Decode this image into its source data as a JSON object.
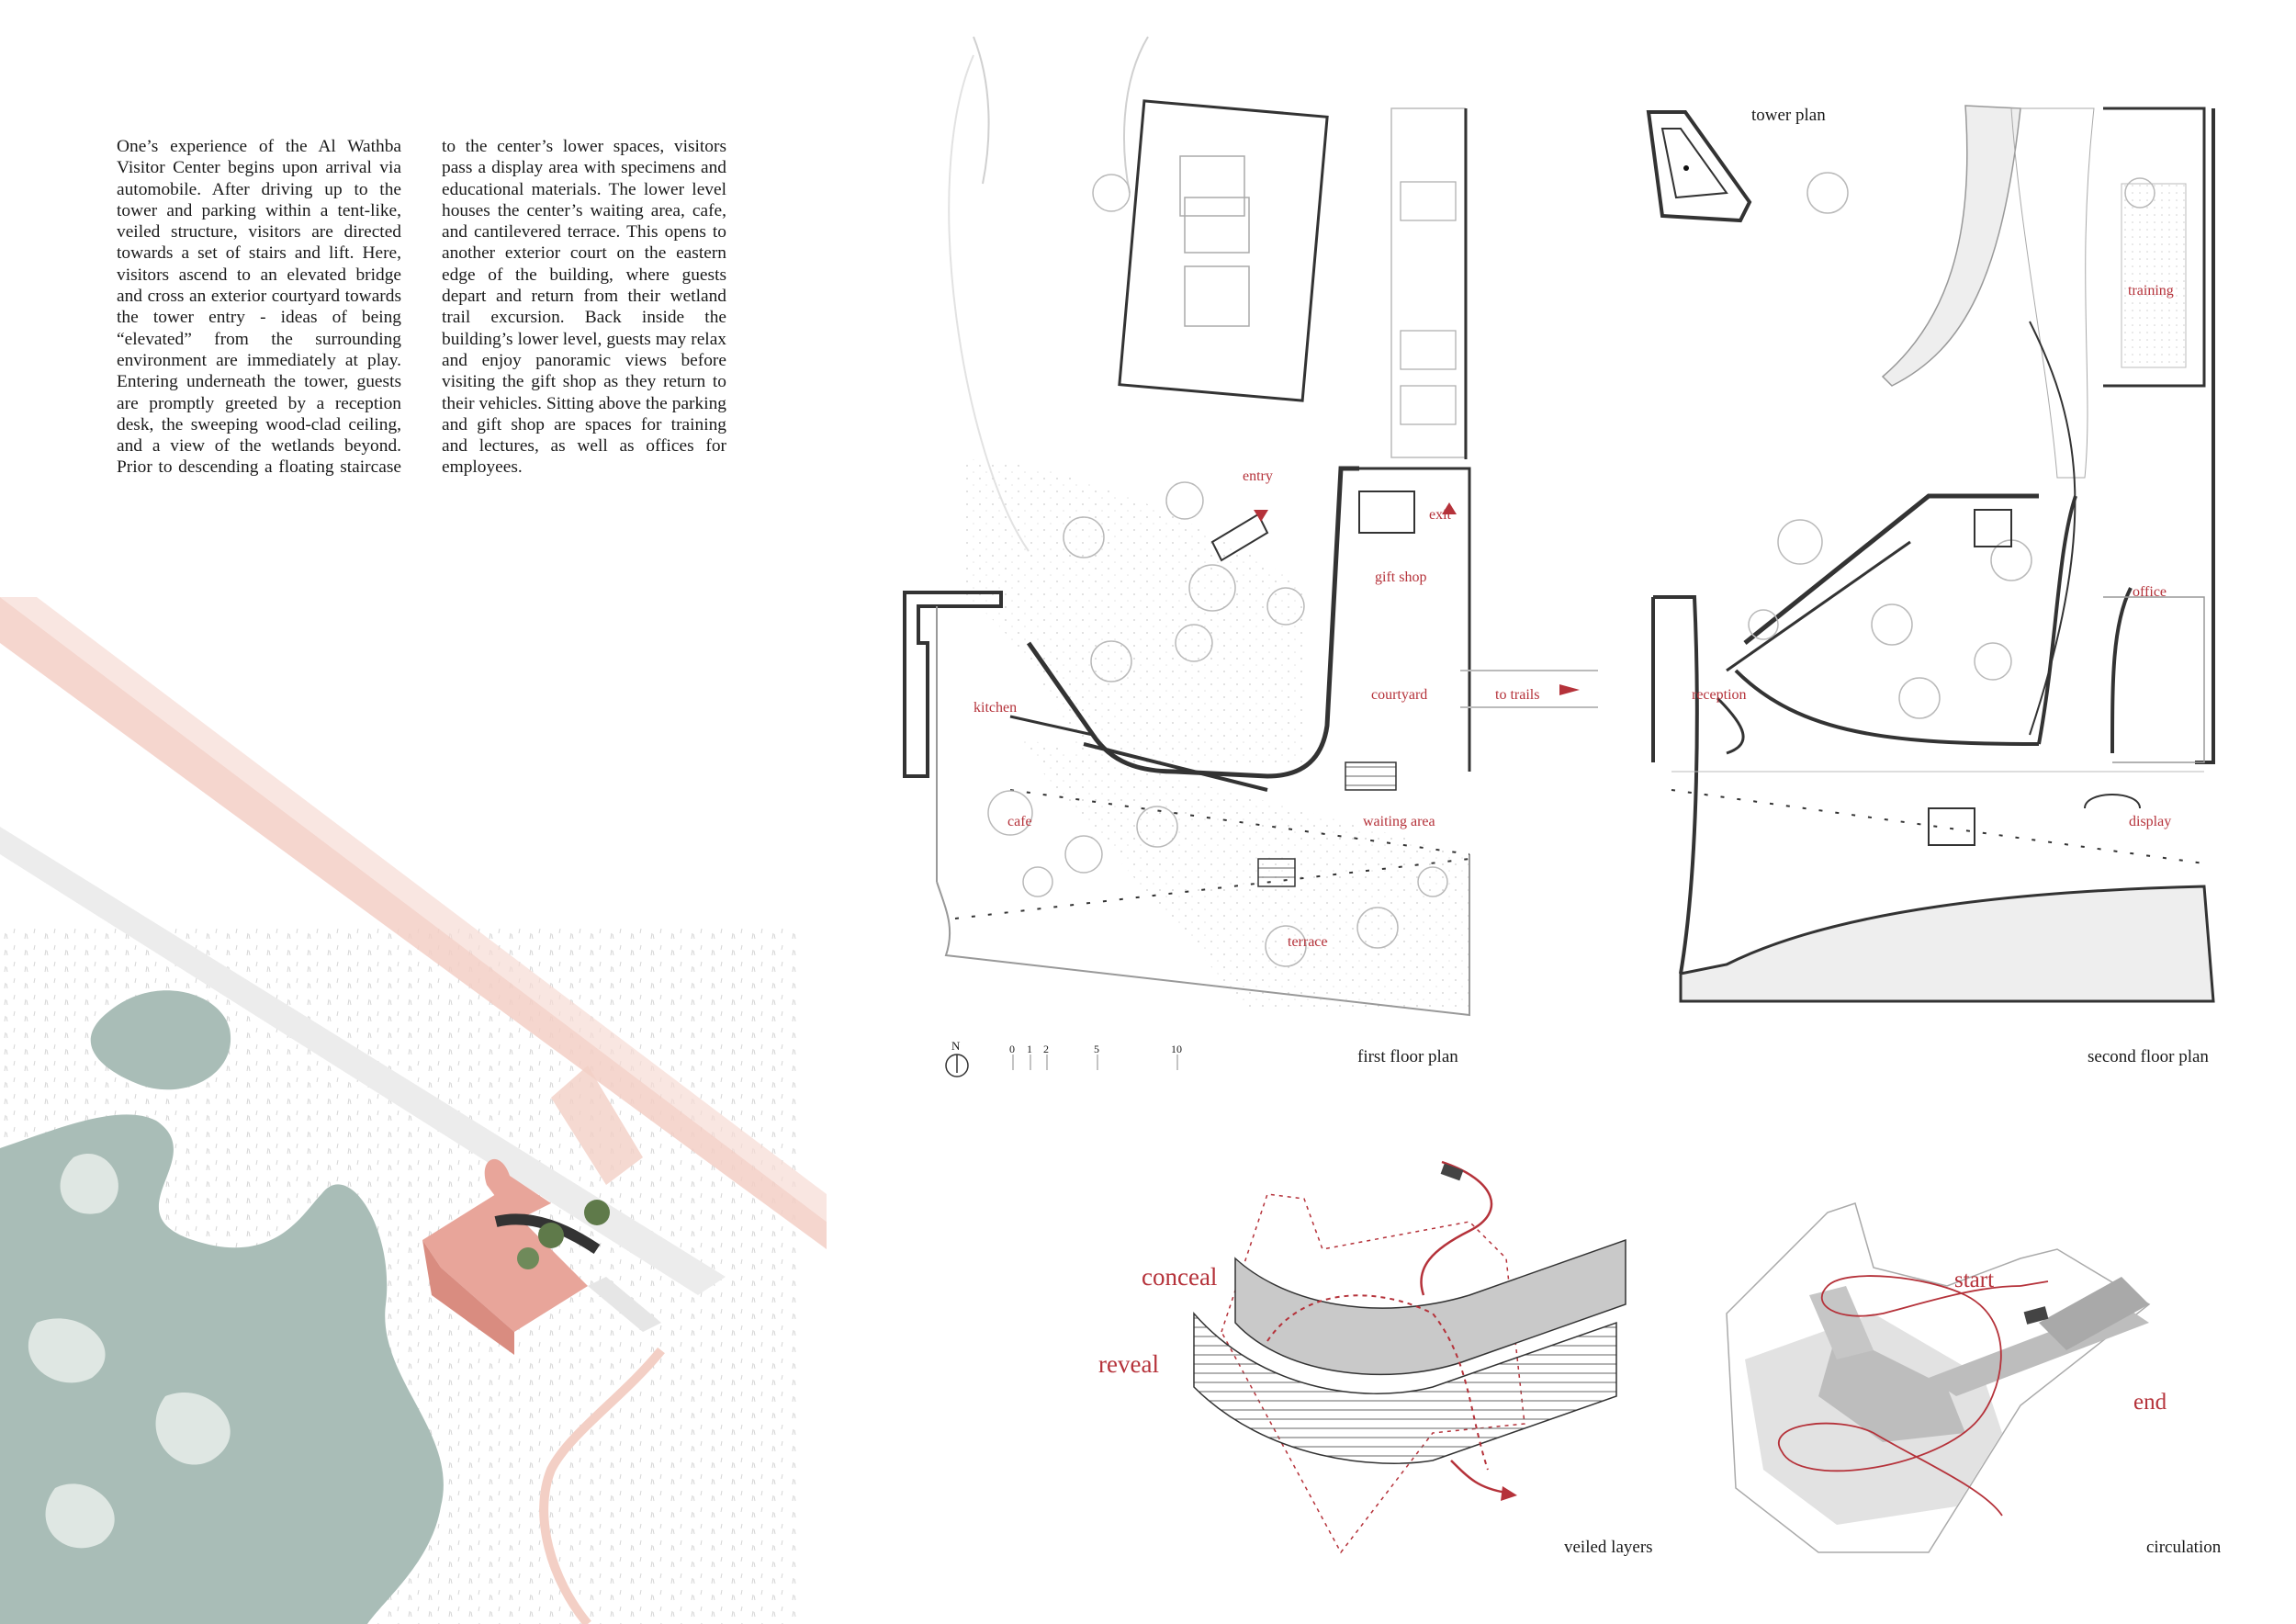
{
  "intro_text": "One’s experience of the Al Wathba Visitor Center begins upon arrival via automobile. After driving up to the tower and parking within a tent-like, veiled structure, visitors are directed towards a set of stairs and lift. Here, visitors ascend to an elevated bridge and cross an exterior courtyard towards the tower entry - ideas of being “elevated” from the surrounding environment are immediately at play. Entering underneath the tower, guests are promptly greeted by a reception desk, the sweeping wood-clad ceiling, and a view of the wetlands beyond. Prior to descending a floating staircase to the center’s lower spaces, visitors pass a display area with specimens and educational materials. The lower level houses the center’s waiting area, cafe, and cantilevered terrace. This opens to another exterior court on the eastern edge of the building, where guests depart and return from their wetland trail excursion. Back inside the building’s lower level, guests may relax and enjoy panoramic views before visiting the gift shop as they return to their vehicles. Sitting above the parking and gift shop are spaces for training and lectures, as well as offices for employees.",
  "first_floor": {
    "title": "first floor plan",
    "labels": {
      "entry": "entry",
      "exit": "exit",
      "gift_shop": "gift shop",
      "kitchen": "kitchen",
      "courtyard": "courtyard",
      "to_trails": "to trails",
      "cafe": "cafe",
      "waiting_area": "waiting area",
      "terrace": "terrace"
    }
  },
  "second_floor": {
    "title": "second floor plan",
    "tower_plan": "tower plan",
    "labels": {
      "training": "training",
      "office": "office",
      "reception": "reception",
      "display": "display"
    }
  },
  "scale_bar": {
    "north": "N",
    "ticks": [
      "0",
      "1",
      "2",
      "5",
      "10"
    ]
  },
  "veiled_layers": {
    "title": "veiled layers",
    "conceal": "conceal",
    "reveal": "reveal"
  },
  "circulation": {
    "title": "circulation",
    "start": "start",
    "end": "end"
  },
  "colors": {
    "accent_red": "#b5323a",
    "path_pink": "#f3cfc5",
    "water_green": "#a9bdb7",
    "building_pink": "#e8a59a",
    "wall_dark": "#333333",
    "plan_grey": "#9a9a9a"
  }
}
